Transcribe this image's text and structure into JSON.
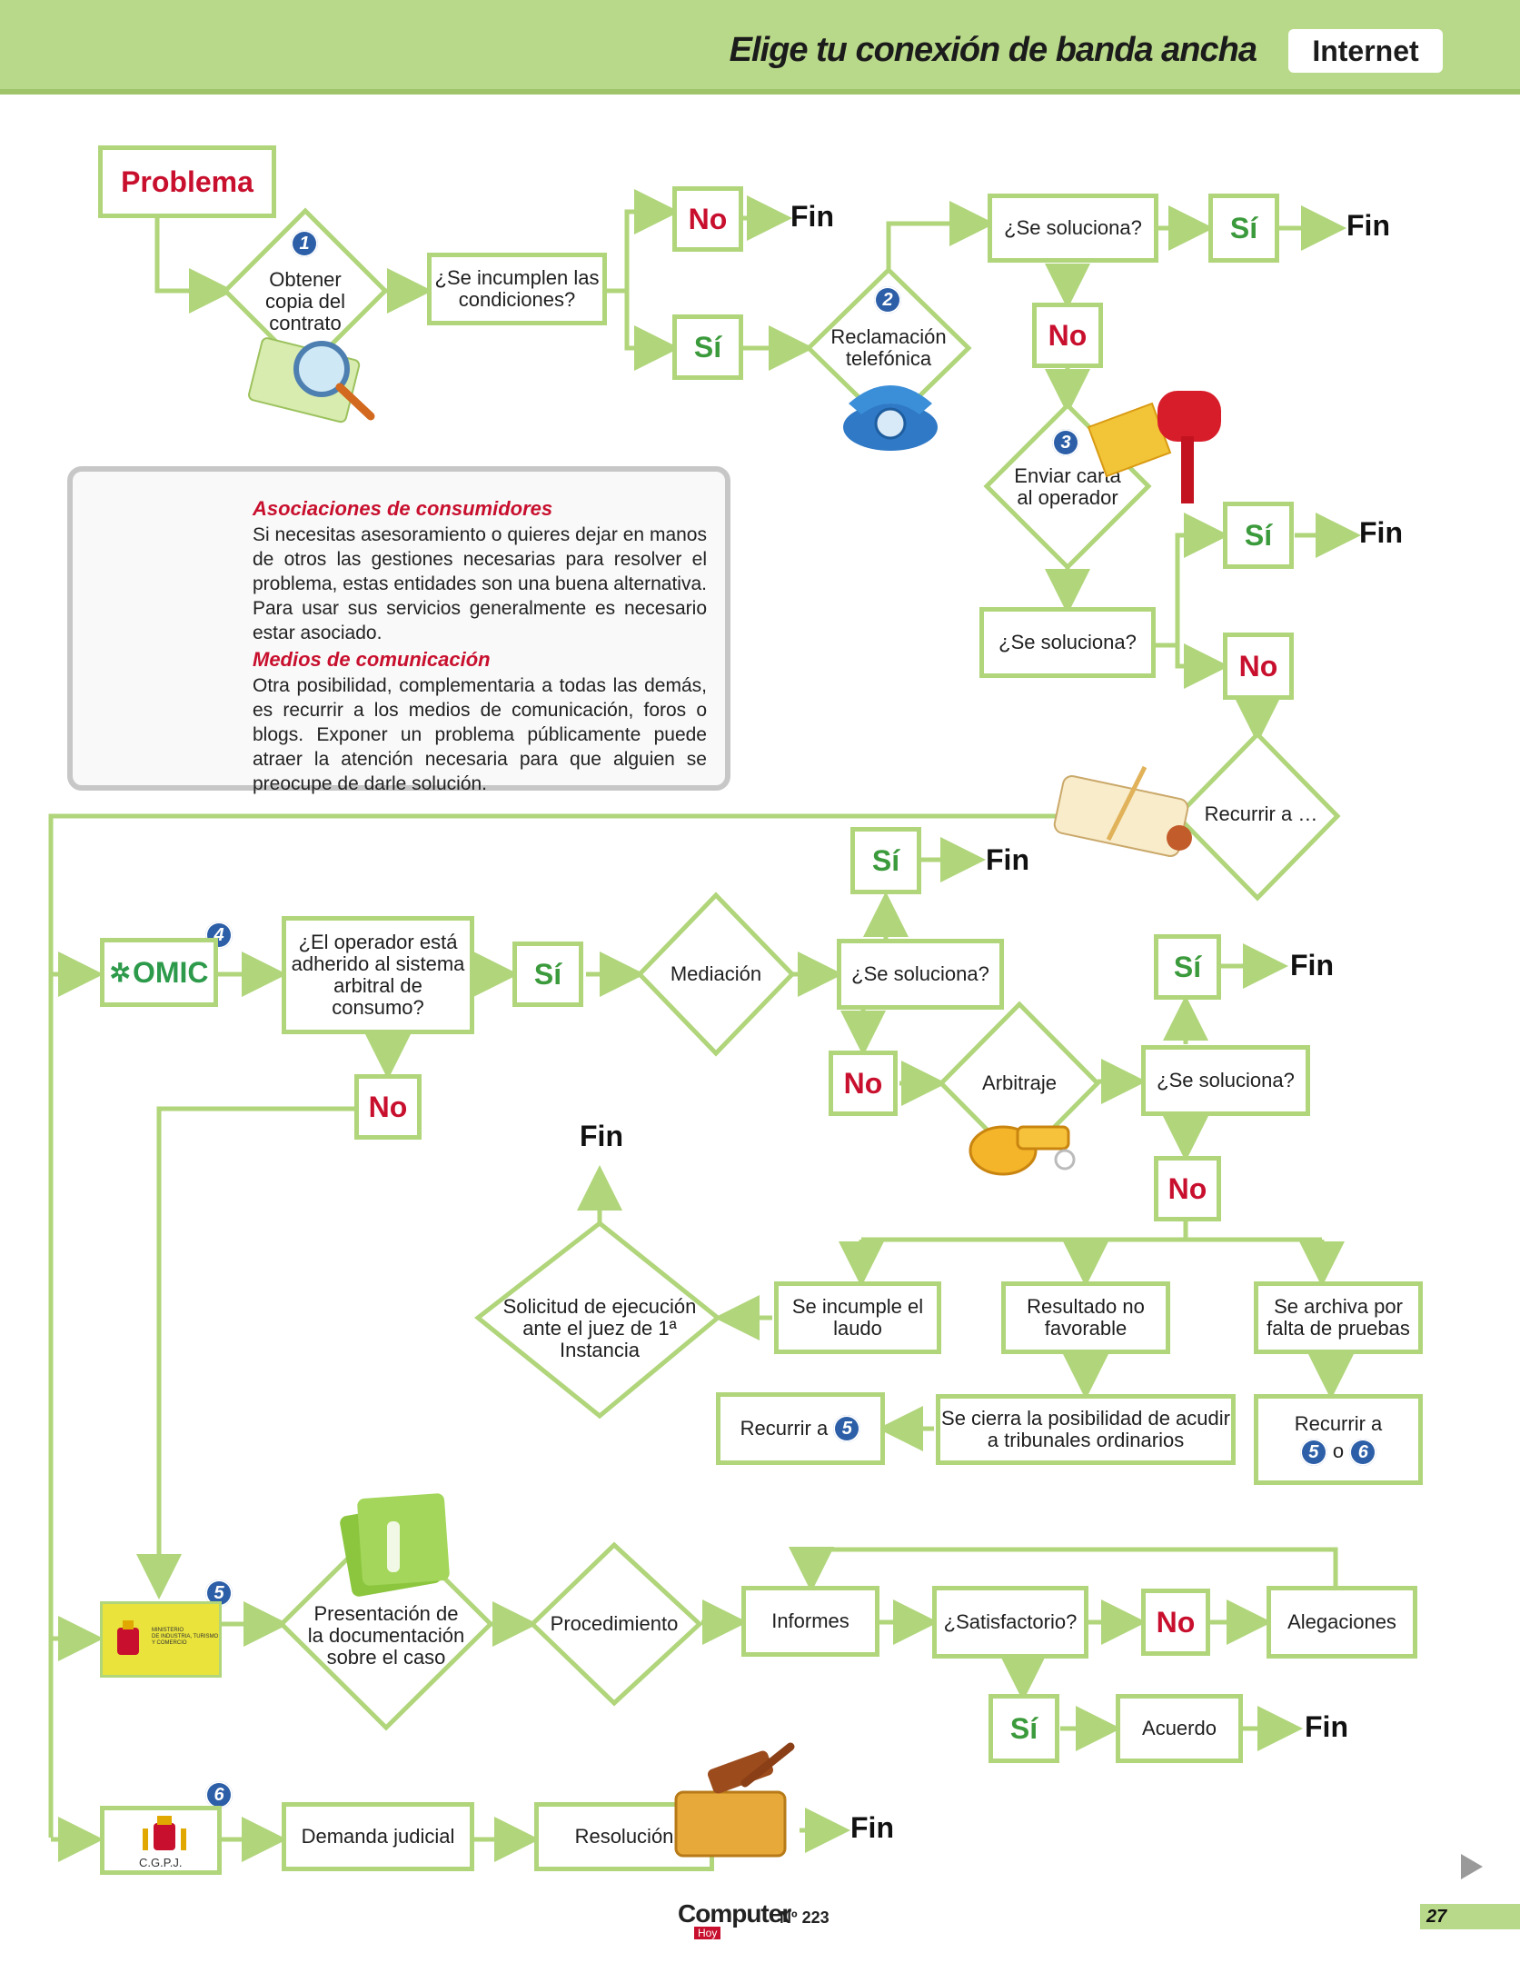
{
  "header": {
    "title": "Elige tu conexión de banda ancha",
    "section": "Internet"
  },
  "colors": {
    "line": "#b0d57a",
    "no": "#c8102e",
    "si": "#3b9a3b",
    "step": "#2d5fa8",
    "band": "#b9d98a"
  },
  "start": "Problema",
  "answers": {
    "no": "No",
    "si": "Sí",
    "fin": "Fin"
  },
  "steps": {
    "s1": "1",
    "s2": "2",
    "s3": "3",
    "s4": "4",
    "s5": "5",
    "s6": "6"
  },
  "nodes": {
    "obtener": "Obtener copia del contrato",
    "incumplen": "¿Se incumplen las condiciones?",
    "reclamacion": "Reclamación telefónica",
    "soluciona": "¿Se soluciona?",
    "enviar": "Enviar carta al operador",
    "recurrir": "Recurrir a …",
    "adherido": "¿El operador está adherido al sistema arbitral de consumo?",
    "mediacion": "Mediación",
    "arbitraje": "Arbitraje",
    "solicitud": "Solicitud de ejecución ante el juez de 1ª Instancia",
    "incumple_laudo": "Se incumple el laudo",
    "resultado": "Resultado no favorable",
    "archiva": "Se archiva por falta de pruebas",
    "recurrir_a": "Recurrir a",
    "o": "o",
    "cierra": "Se cierra la posibilidad de acudir a tribunales ordinarios",
    "presentacion": "Presentación de la documentación sobre el caso",
    "procedimiento": "Procedimiento",
    "informes": "Informes",
    "satisfactorio": "¿Satisfactorio?",
    "alegaciones": "Alegaciones",
    "acuerdo": "Acuerdo",
    "demanda": "Demanda judicial",
    "resolucion": "Resolución"
  },
  "info": {
    "asoc_title": "Asociaciones de consumidores",
    "asoc_text": "Si necesitas asesoramiento o quieres dejar en manos de otros las gestiones necesarias para resolver el problema, estas entidades son una buena alternativa. Para usar sus servicios generalmente es necesario estar asociado.",
    "medios_title": "Medios de comunicación",
    "medios_text": "Otra posibilidad, complementaria a todas las demás, es recurrir a los medios de comunicación, foros o blogs. Exponer un problema públicamente puede atraer la atención necesaria para que alguien se preocupe de darle solución."
  },
  "logos": {
    "omic": "OMIC",
    "cgpj": "C.G.P.J."
  },
  "footer": {
    "brand": "Computer",
    "brand_sub": "Hoy",
    "issue": "Nº 223",
    "page": "27"
  }
}
